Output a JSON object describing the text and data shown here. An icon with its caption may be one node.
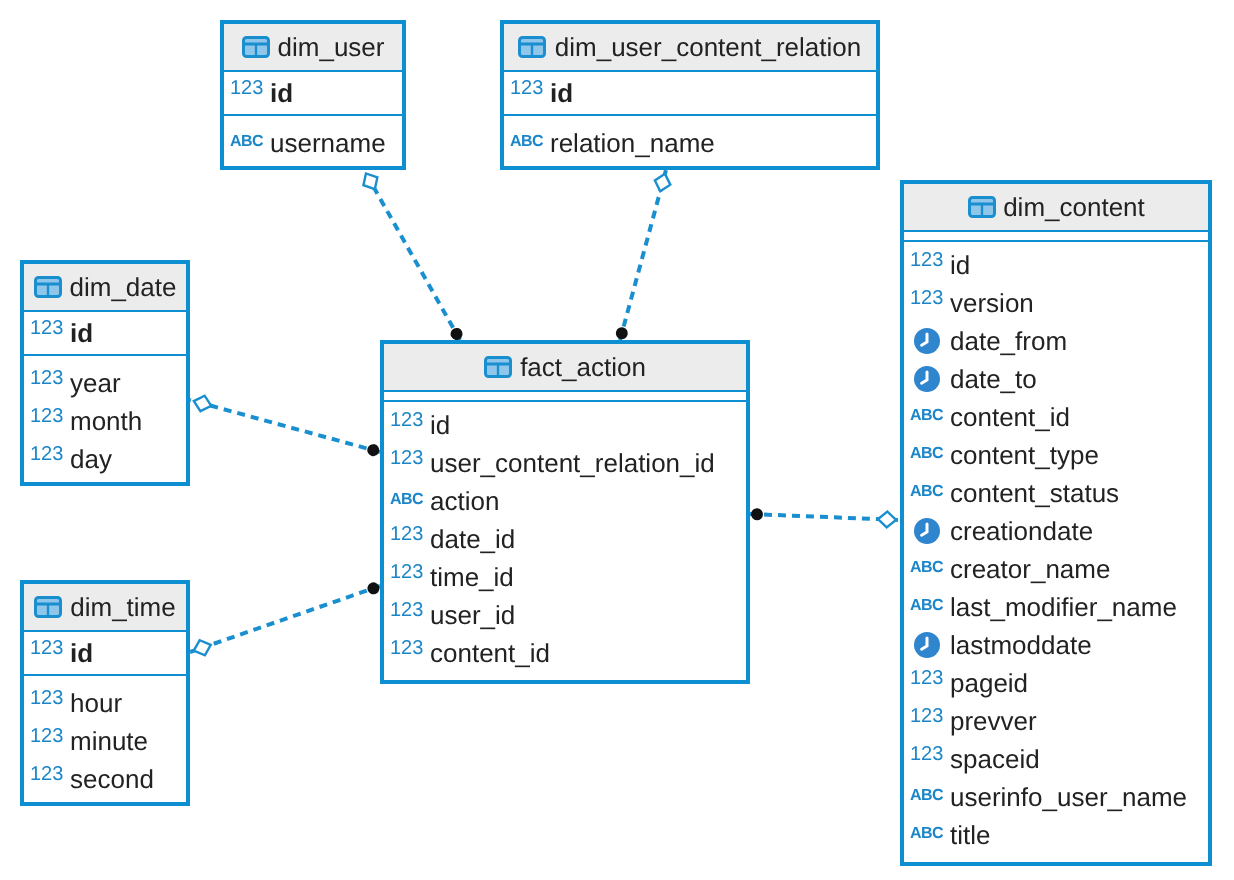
{
  "diagram": {
    "nodes": [
      {
        "text": [
          "dim_user"
        ]
      },
      {
        "text": [
          "123",
          "id"
        ],
        "in": 0
      },
      {
        "text": [
          "ABC",
          "username"
        ],
        "in": 0
      },
      {
        "text": [
          "dim_user_content_relation"
        ]
      },
      {
        "text": [
          "123",
          "id"
        ],
        "in": 3
      },
      {
        "text": [
          "ABC",
          "relation_name"
        ],
        "in": 3
      },
      {
        "text": [
          "dim_content"
        ]
      },
      {
        "text": [
          "123",
          "id"
        ],
        "in": 6
      },
      {
        "text": [
          "123",
          "version"
        ],
        "in": 6
      },
      {
        "text": [
          "date_from"
        ],
        "in": 6
      },
      {
        "text": [
          "date_to"
        ],
        "in": 6
      },
      {
        "text": [
          "ABC",
          "content_id"
        ],
        "in": 6
      },
      {
        "text": [
          "ABC",
          "content_type"
        ],
        "in": 6
      },
      {
        "text": [
          "ABC",
          "content_status"
        ],
        "in": 6
      },
      {
        "text": [
          "creationdate"
        ],
        "in": 6
      },
      {
        "text": [
          "ABC",
          "creator_name"
        ],
        "in": 6
      },
      {
        "text": [
          "ABC",
          "last_modifier_name"
        ],
        "in": 6
      },
      {
        "text": [
          "lastmoddate"
        ],
        "in": 6
      },
      {
        "text": [
          "123",
          "pageid"
        ],
        "in": 6
      },
      {
        "text": [
          "123",
          "prevver"
        ],
        "in": 6
      },
      {
        "text": [
          "123",
          "spaceid"
        ],
        "in": 6
      },
      {
        "text": [
          "ABC",
          "userinfo_user_name"
        ],
        "in": 6
      },
      {
        "text": [
          "ABC",
          "title"
        ],
        "in": 6
      },
      {
        "text": [
          "dim_date"
        ]
      },
      {
        "text": [
          "123",
          "id"
        ],
        "in": 23
      },
      {
        "text": [
          "123",
          "year"
        ],
        "in": 23
      },
      {
        "text": [
          "123",
          "month"
        ],
        "in": 23
      },
      {
        "text": [
          "123",
          "day"
        ],
        "in": 23
      },
      {
        "text": [
          "fact_action"
        ]
      },
      {
        "text": [
          "123",
          "id"
        ],
        "in": 28
      },
      {
        "text": [
          "123",
          "user_content_relation_id"
        ],
        "in": 28
      },
      {
        "text": [
          "ABC",
          "action"
        ],
        "in": 28
      },
      {
        "text": [
          "123",
          "date_id"
        ],
        "in": 28
      },
      {
        "text": [
          "123",
          "time_id"
        ],
        "in": 28
      },
      {
        "text": [
          "123",
          "user_id"
        ],
        "in": 28
      },
      {
        "text": [
          "123",
          "content_id"
        ],
        "in": 28
      },
      {
        "text": [
          "dim_time"
        ]
      },
      {
        "text": [
          "123",
          "id"
        ],
        "in": 36
      },
      {
        "text": [
          "123",
          "hour"
        ],
        "in": 36
      },
      {
        "text": [
          "123",
          "minute"
        ],
        "in": 36
      },
      {
        "text": [
          "123",
          "second"
        ],
        "in": 36
      }
    ],
    "edges": [
      {
        "from": 28,
        "to": 0,
        "arrow": "other"
      },
      {
        "from": 28,
        "to": 3,
        "arrow": "other"
      },
      {
        "from": 28,
        "to": 23,
        "arrow": "other"
      },
      {
        "from": 28,
        "to": 36,
        "arrow": "other"
      },
      {
        "from": 28,
        "to": 6,
        "arrow": "other"
      }
    ]
  }
}
